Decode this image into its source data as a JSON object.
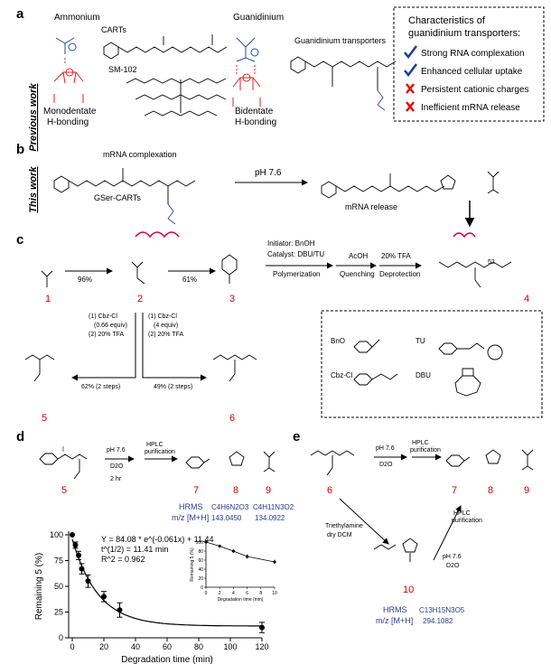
{
  "panel_labels": {
    "a": "a",
    "b": "b",
    "c": "c",
    "d": "d",
    "e": "e"
  },
  "side_labels": {
    "previous": "Previous work",
    "this": "This work"
  },
  "panel_a": {
    "ammonium": "Ammonium",
    "carts": "CARTs",
    "sm102": "SM-102",
    "guanidinium": "Guanidinium",
    "guan_transporters": "Guanidinium transporters",
    "monodentate": [
      "Monodentate",
      "H-bonding"
    ],
    "bidentate": [
      "Bidentate",
      "H-bonding"
    ],
    "box_title": [
      "Characteristics of",
      "guanidinium transporters:"
    ],
    "characteristics": [
      {
        "mark": "check",
        "text": "Strong RNA complexation"
      },
      {
        "mark": "check",
        "text": "Enhanced cellular uptake"
      },
      {
        "mark": "cross",
        "text": "Persistent cationic charges"
      },
      {
        "mark": "cross",
        "text": "Inefficient mRNA release"
      }
    ]
  },
  "panel_b": {
    "complexation": "mRNA complexation",
    "name": "GSer-CARTs",
    "ph": "pH 7.6",
    "release": "mRNA release"
  },
  "panel_c": {
    "compounds": {
      "c1": "1",
      "c2": "2",
      "c3": "3",
      "c4": "4",
      "c5": "5",
      "c6": "6"
    },
    "yield_1": "96%",
    "yield_2": "61%",
    "initiator": "Initiator: BnOH",
    "catalyst": "Catalyst: DBU/TU",
    "polymerization": "Polymerization",
    "acoh": "AcOH",
    "quenching": "Quenching",
    "tfa": "20% TFA",
    "deprotection": "Deprotection",
    "subscript": "52",
    "cond5": [
      "(1) Cbz-Cl",
      "(0.66 equiv)",
      "(2) 20% TFA"
    ],
    "cond6": [
      "(1) Cbz-Cl",
      "(4 equiv)",
      "(2) 20% TFA"
    ],
    "yield_5": "62% (2 steps)",
    "yield_6": "49% (2 steps)",
    "legend": {
      "bn": "BnO",
      "tu": "TU",
      "cbz": "Cbz-Cl",
      "dbu": "DBU"
    }
  },
  "panel_d": {
    "conditions": [
      "pH 7.6",
      "D2O"
    ],
    "time": "2 hr",
    "hplc": [
      "HPLC",
      "purification"
    ],
    "products": {
      "p5": "5",
      "p7": "7",
      "p8": "8",
      "p9": "9"
    },
    "hrms": "HRMS",
    "mz": "m/z [M+H]",
    "formula8": "C4H6N2O3",
    "mass8": "143.0450",
    "formula9": "C4H11N3O2",
    "mass9": "134.0922"
  },
  "panel_e": {
    "conditions": [
      "pH 7.6",
      "D2O"
    ],
    "hplc": [
      "HPLC",
      "purification"
    ],
    "products": {
      "p6": "6",
      "p7": "7",
      "p8": "8",
      "p9": "9",
      "p10": "10"
    },
    "reagent": [
      "Triethylamine",
      "dry DCM"
    ],
    "conditions2": [
      "pH 7.6",
      "D2O"
    ],
    "hplc2": [
      "HPLC",
      "purification"
    ],
    "hrms": "HRMS",
    "mz": "m/z [M+H]",
    "formula10": "C13H15N3O5",
    "mass10": "294.1082"
  },
  "chart_data": {
    "type": "scatter",
    "xlabel": "Degradation time (min)",
    "ylabel": "Remaining 5 (%)",
    "xlim": [
      0,
      120
    ],
    "ylim": [
      0,
      100
    ],
    "xticks": [
      0,
      20,
      40,
      60,
      80,
      100,
      120
    ],
    "yticks": [
      0,
      25,
      50,
      75,
      100
    ],
    "fit_equation": "Y = 84.08  * e^(-0.061x) + 11.44",
    "half_life": "t^(1/2) = 11.41 min",
    "r2": "R^2 = 0.962",
    "fit": {
      "a": 84.08,
      "k": 0.061,
      "c": 11.44
    },
    "points": [
      {
        "x": 0,
        "y": 100,
        "err": 0
      },
      {
        "x": 2,
        "y": 90,
        "err": 3
      },
      {
        "x": 4,
        "y": 80,
        "err": 4
      },
      {
        "x": 6,
        "y": 67,
        "err": 5
      },
      {
        "x": 10,
        "y": 55,
        "err": 6
      },
      {
        "x": 20,
        "y": 40,
        "err": 5
      },
      {
        "x": 30,
        "y": 27,
        "err": 7
      },
      {
        "x": 120,
        "y": 10,
        "err": 5
      }
    ],
    "inset": {
      "xlabel": "Degradation time (min)",
      "ylabel": "Remaining 5 (%)",
      "xlim": [
        0,
        10
      ],
      "ylim": [
        0,
        100
      ],
      "xticks": [
        0,
        2,
        4,
        6,
        8,
        10
      ],
      "yticks": [
        0,
        20,
        40,
        60,
        80,
        100
      ],
      "points": [
        {
          "x": 0,
          "y": 100,
          "err": 0
        },
        {
          "x": 2,
          "y": 91,
          "err": 3
        },
        {
          "x": 4,
          "y": 80,
          "err": 4
        },
        {
          "x": 6,
          "y": 68,
          "err": 5
        },
        {
          "x": 10,
          "y": 56,
          "err": 5
        }
      ]
    }
  }
}
